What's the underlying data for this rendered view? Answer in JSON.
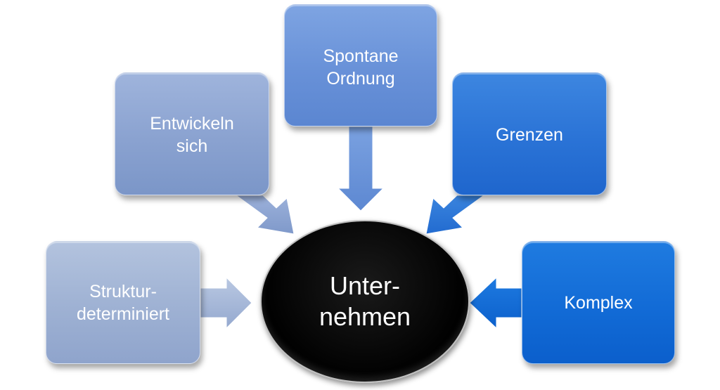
{
  "diagram": {
    "center": {
      "label": "Unter-\nnehmen"
    },
    "nodes": [
      {
        "id": "struktur",
        "label": "Struktur-\ndeterminiert"
      },
      {
        "id": "entwickeln",
        "label": "Entwickeln\nsich"
      },
      {
        "id": "spontan",
        "label": "Spontane\nOrdnung"
      },
      {
        "id": "grenzen",
        "label": "Grenzen"
      },
      {
        "id": "komplex",
        "label": "Komplex"
      }
    ]
  },
  "colors": {
    "center_fill": "#000000",
    "node_struktur": "#9eb1d3",
    "node_entwickeln": "#8aa2d0",
    "node_spontan": "#6891d8",
    "node_grenzen": "#2a73d6",
    "node_komplex": "#126bd6"
  }
}
